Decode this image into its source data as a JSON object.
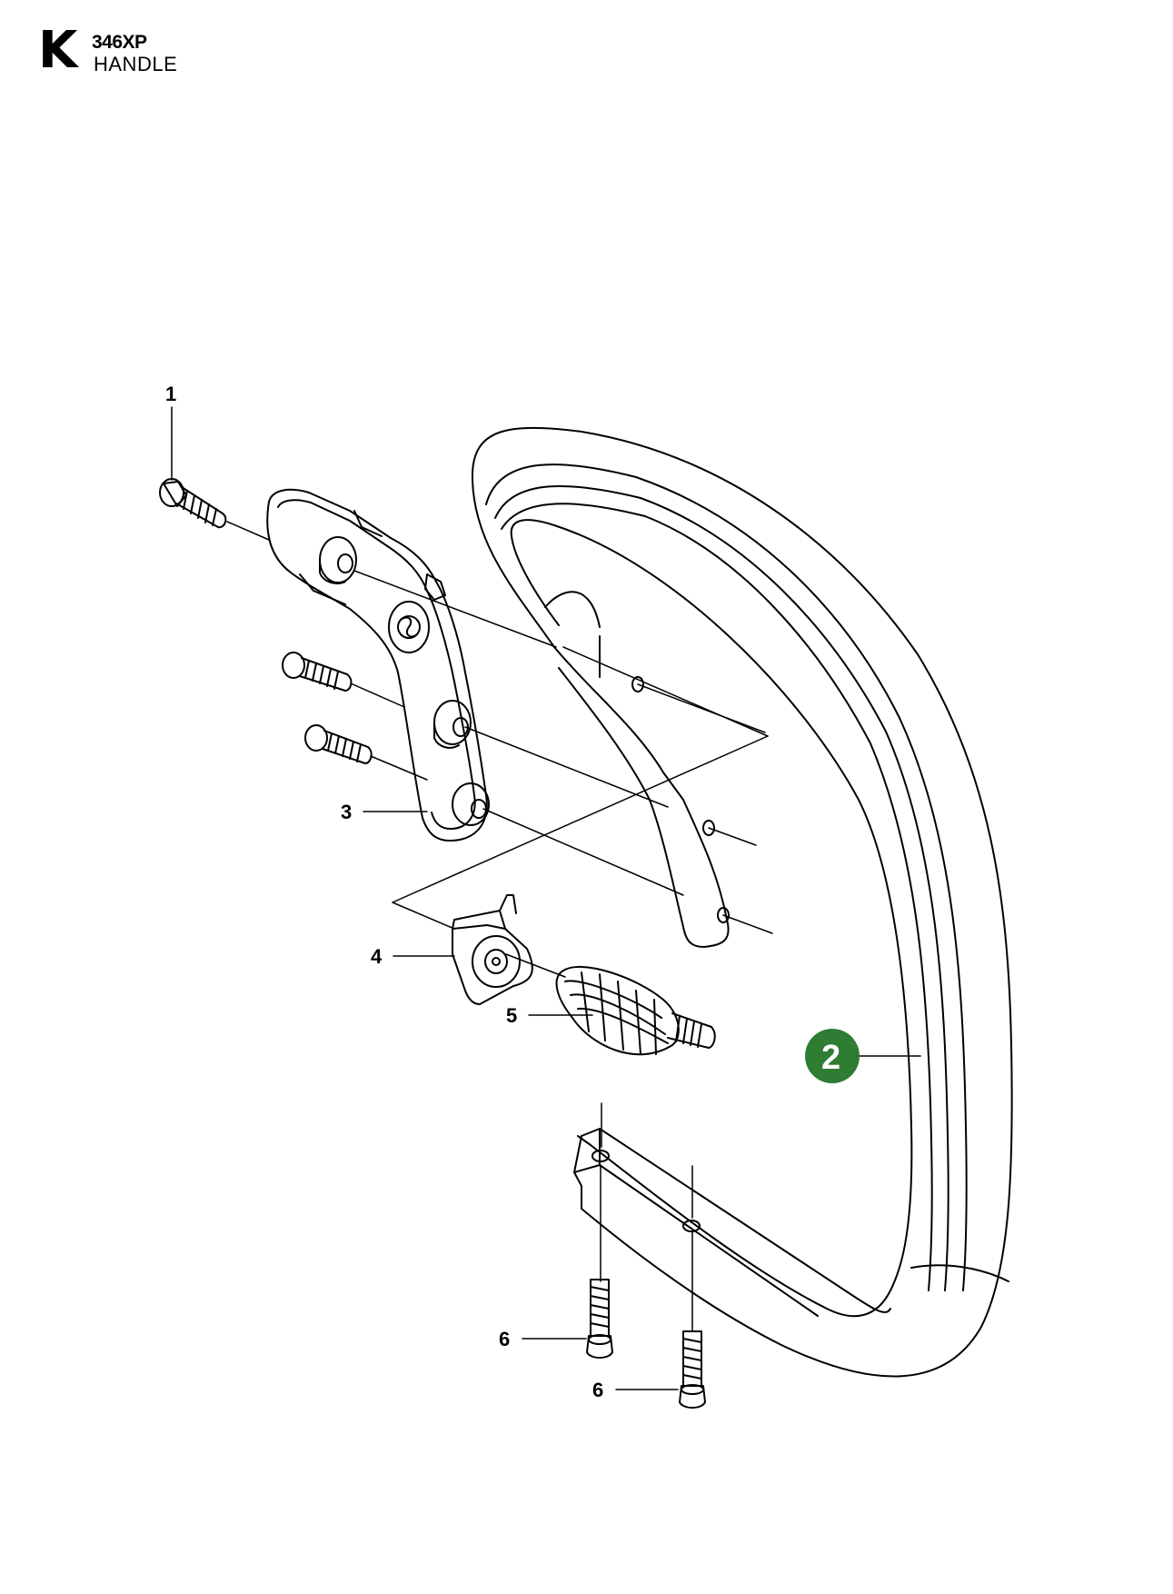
{
  "header": {
    "section_letter": "K",
    "model": "346XP",
    "title": "HANDLE"
  },
  "callouts": [
    {
      "id": "1",
      "label": "1"
    },
    {
      "id": "2",
      "label": "2",
      "highlighted": true
    },
    {
      "id": "3",
      "label": "3"
    },
    {
      "id": "4",
      "label": "4"
    },
    {
      "id": "5",
      "label": "5"
    },
    {
      "id": "6a",
      "label": "6"
    },
    {
      "id": "6b",
      "label": "6"
    }
  ],
  "colors": {
    "highlight": "#2e7d32",
    "line": "#000000",
    "background": "#ffffff"
  }
}
